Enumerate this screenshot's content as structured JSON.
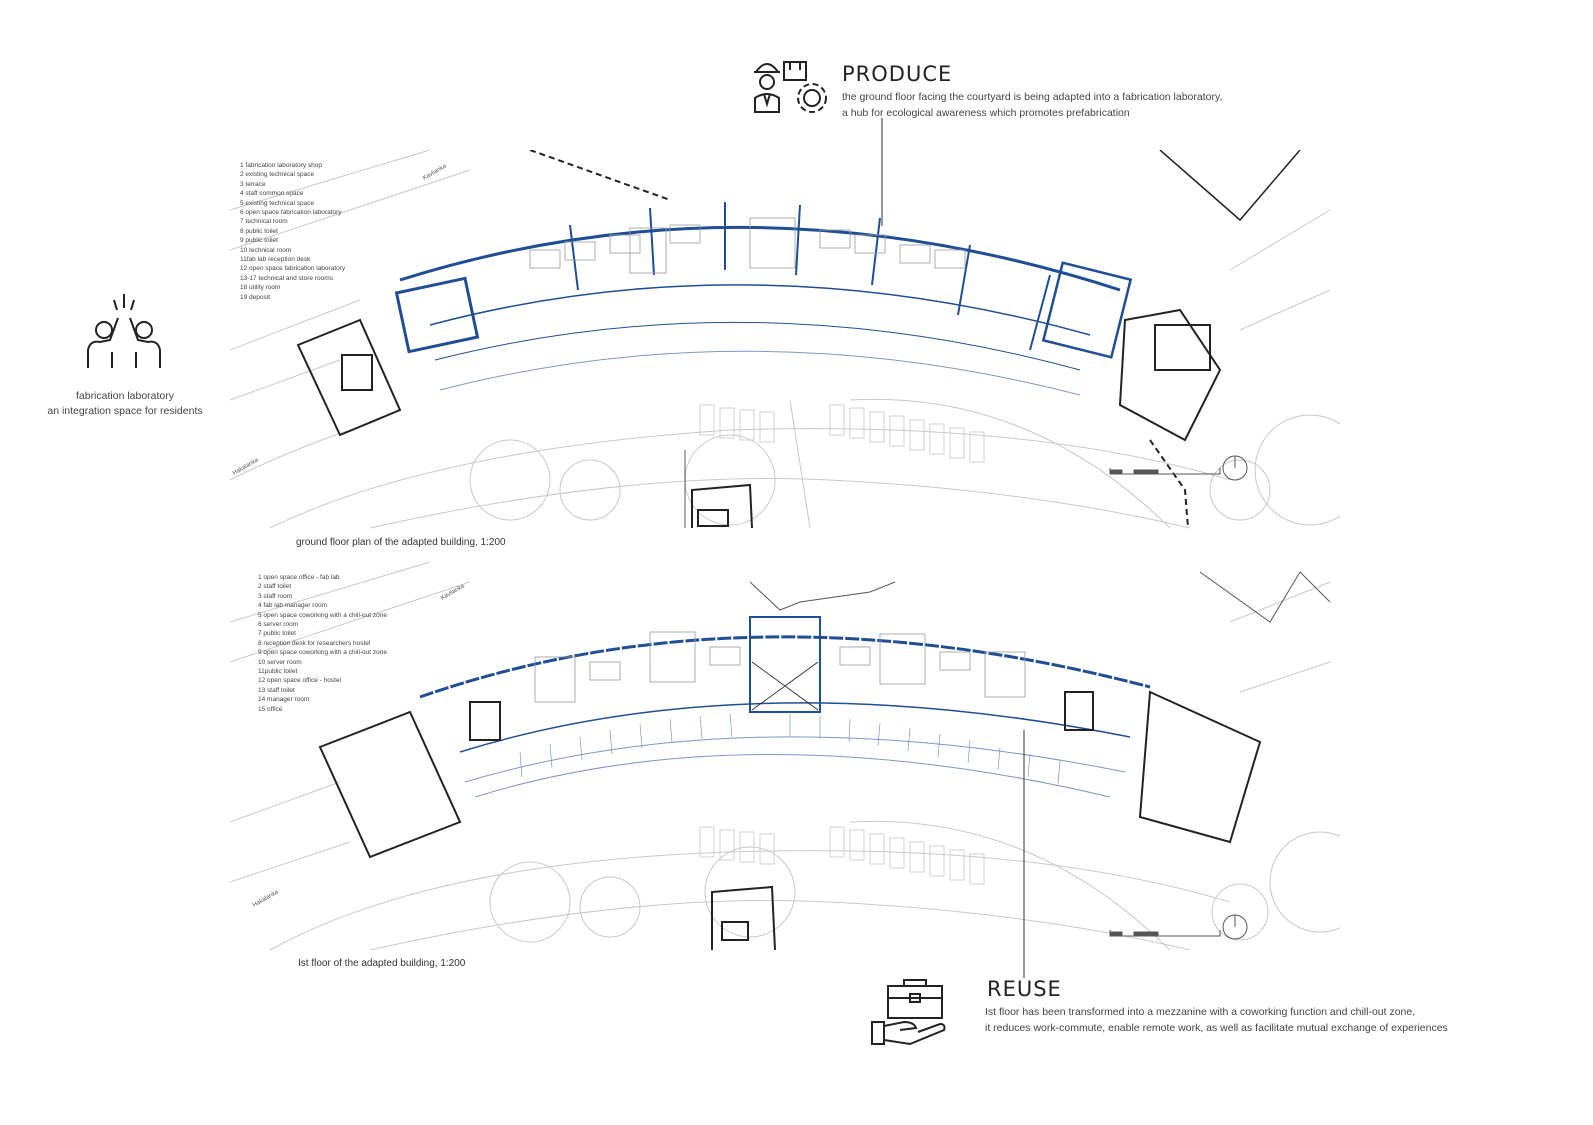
{
  "produce": {
    "title": "PRODUCE",
    "lines": [
      "the ground floor facing the courtyard is being adapted into a fabrication laboratory,",
      "a hub for ecological awareness which promotes prefabrication"
    ]
  },
  "reuse": {
    "title": "REUSE",
    "lines": [
      "Ist floor has been transformed into a mezzanine with a coworking function and chill-out zone,",
      "it reduces work-commute, enable remote work, as well as facilitate mutual exchange of experiences"
    ]
  },
  "fablab": {
    "lines": [
      "fabrication laboratory",
      "an integration space for residents"
    ]
  },
  "ground_floor": {
    "caption": "ground floor plan of the adapted building, 1:200",
    "street_top": "Kavlianka",
    "street_bottom": "Hakalanka",
    "legend": [
      "1 fabrication laboratory shop",
      "2 existing technical space",
      "3 terrace",
      "4 staff common space",
      "5 existing technical space",
      "6 open space fabrication laboratory",
      "7 technical room",
      "8 public toilet",
      "9 public toilet",
      "10 technical room",
      "11fab lab reception desk",
      "12 open space fabrication laboratory",
      "13-17 technical and store rooms",
      "18 utility room",
      "19 deposit"
    ]
  },
  "first_floor": {
    "caption": "Ist floor of the adapted building, 1:200",
    "street_top": "Kavlianka",
    "street_bottom": "Hakalanka",
    "legend": [
      "1 open space office - fab lab",
      "2 staff toilet",
      "3 staff room",
      "4 fab lab manager room",
      "5 open space coworking with a chill-out zone",
      "6 server room",
      "7 public toilet",
      "8 reception desk for researchers hostel",
      "9 open space coworking with a chill-out zone",
      "10 server room",
      "11public toilet",
      "12 open space office - hostel",
      "13 staff toilet",
      "14 manager room",
      "15 office"
    ]
  },
  "colors": {
    "accent": "#1f4e96",
    "ink": "#222222",
    "light": "#bbbbbb"
  }
}
